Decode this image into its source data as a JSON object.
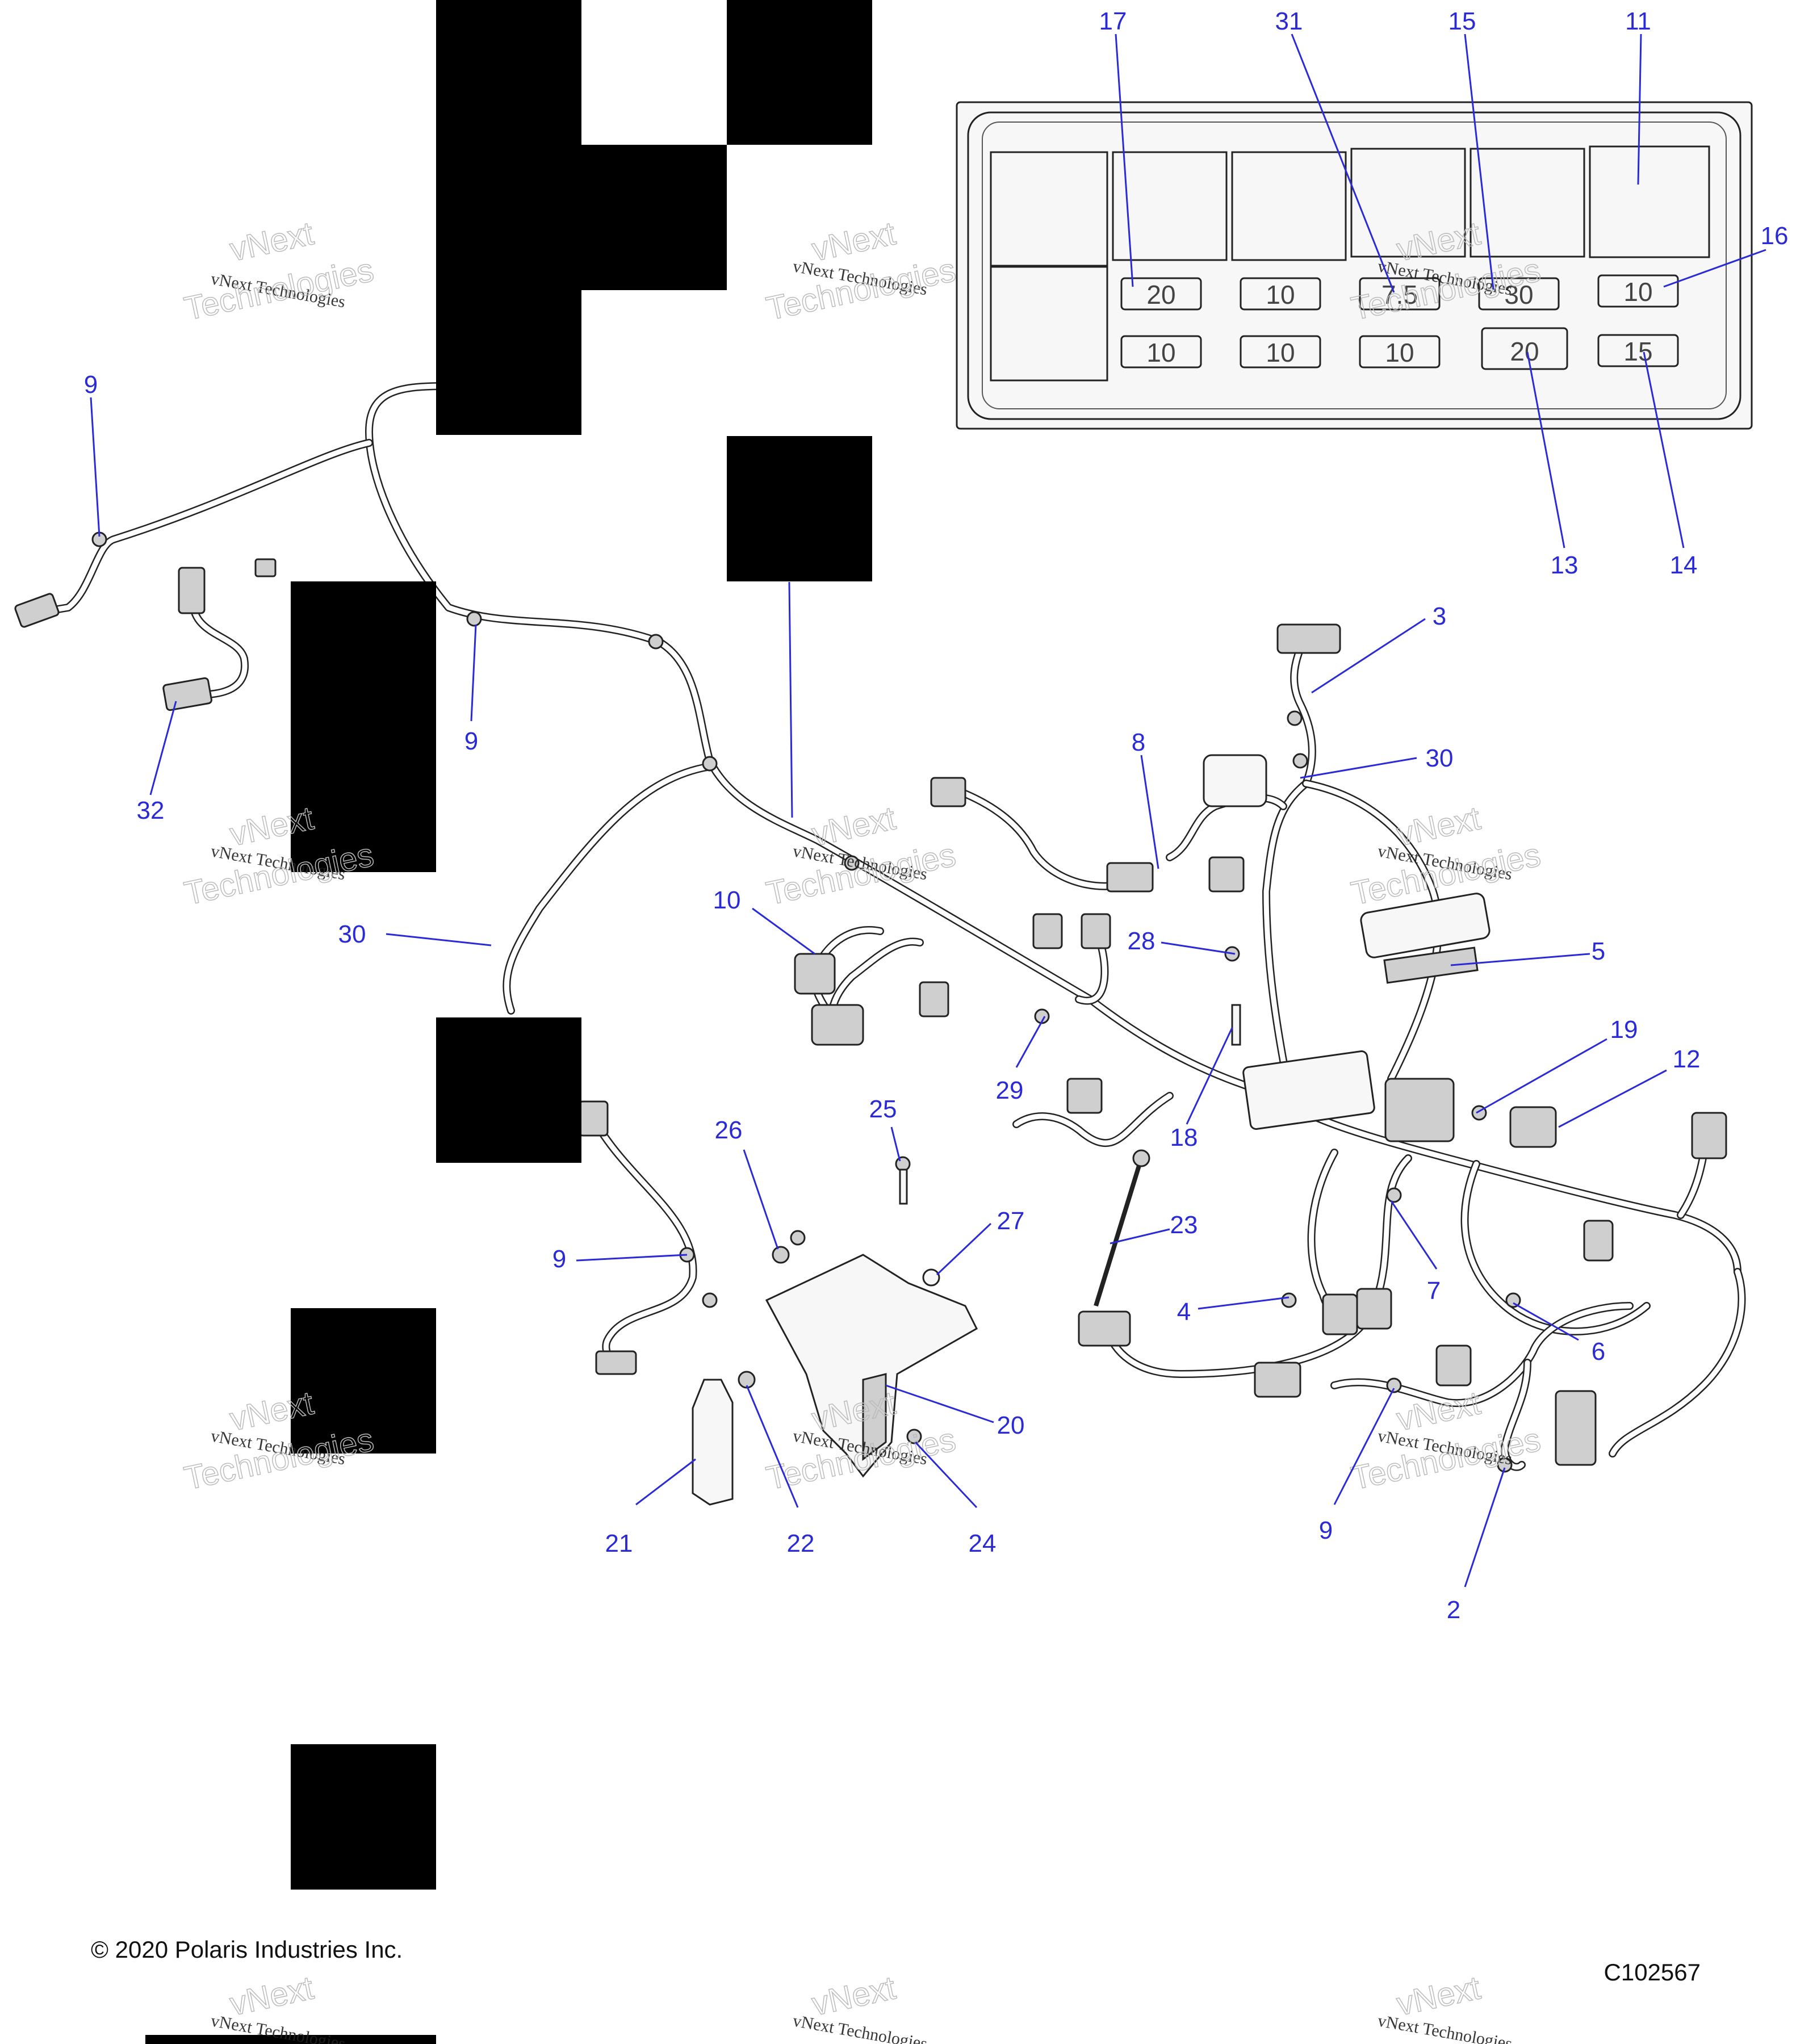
{
  "fuse_box": {
    "fuse_values_top": [
      "20",
      "10",
      "7.5",
      "30",
      "10"
    ],
    "fuse_values_bottom": [
      "10",
      "10",
      "10",
      "20",
      "15"
    ]
  },
  "callouts": {
    "c17": "17",
    "c31": "31",
    "c15": "15",
    "c11": "11",
    "c16": "16",
    "c13": "13",
    "c14": "14",
    "c9a": "9",
    "c9b": "9",
    "c9c": "9",
    "c9d": "9",
    "c32": "32",
    "c30a": "30",
    "c30b": "30",
    "c3": "3",
    "c8": "8",
    "c10": "10",
    "c28": "28",
    "c5": "5",
    "c29": "29",
    "c18": "18",
    "c19": "19",
    "c12": "12",
    "c26": "26",
    "c25": "25",
    "c27": "27",
    "c23": "23",
    "c4": "4",
    "c7": "7",
    "c6": "6",
    "c20": "20",
    "c21": "21",
    "c22": "22",
    "c24": "24",
    "c2": "2"
  },
  "watermark": {
    "line1": "vNext Technologies",
    "line2": "vNext",
    "line3": "Technologies"
  },
  "footer": {
    "copyright": "© 2020 Polaris Industries Inc.",
    "figure_id": "C102567"
  },
  "colors": {
    "callout": "#2a2ad6",
    "line_art": "#222222",
    "redaction": "#000000"
  }
}
